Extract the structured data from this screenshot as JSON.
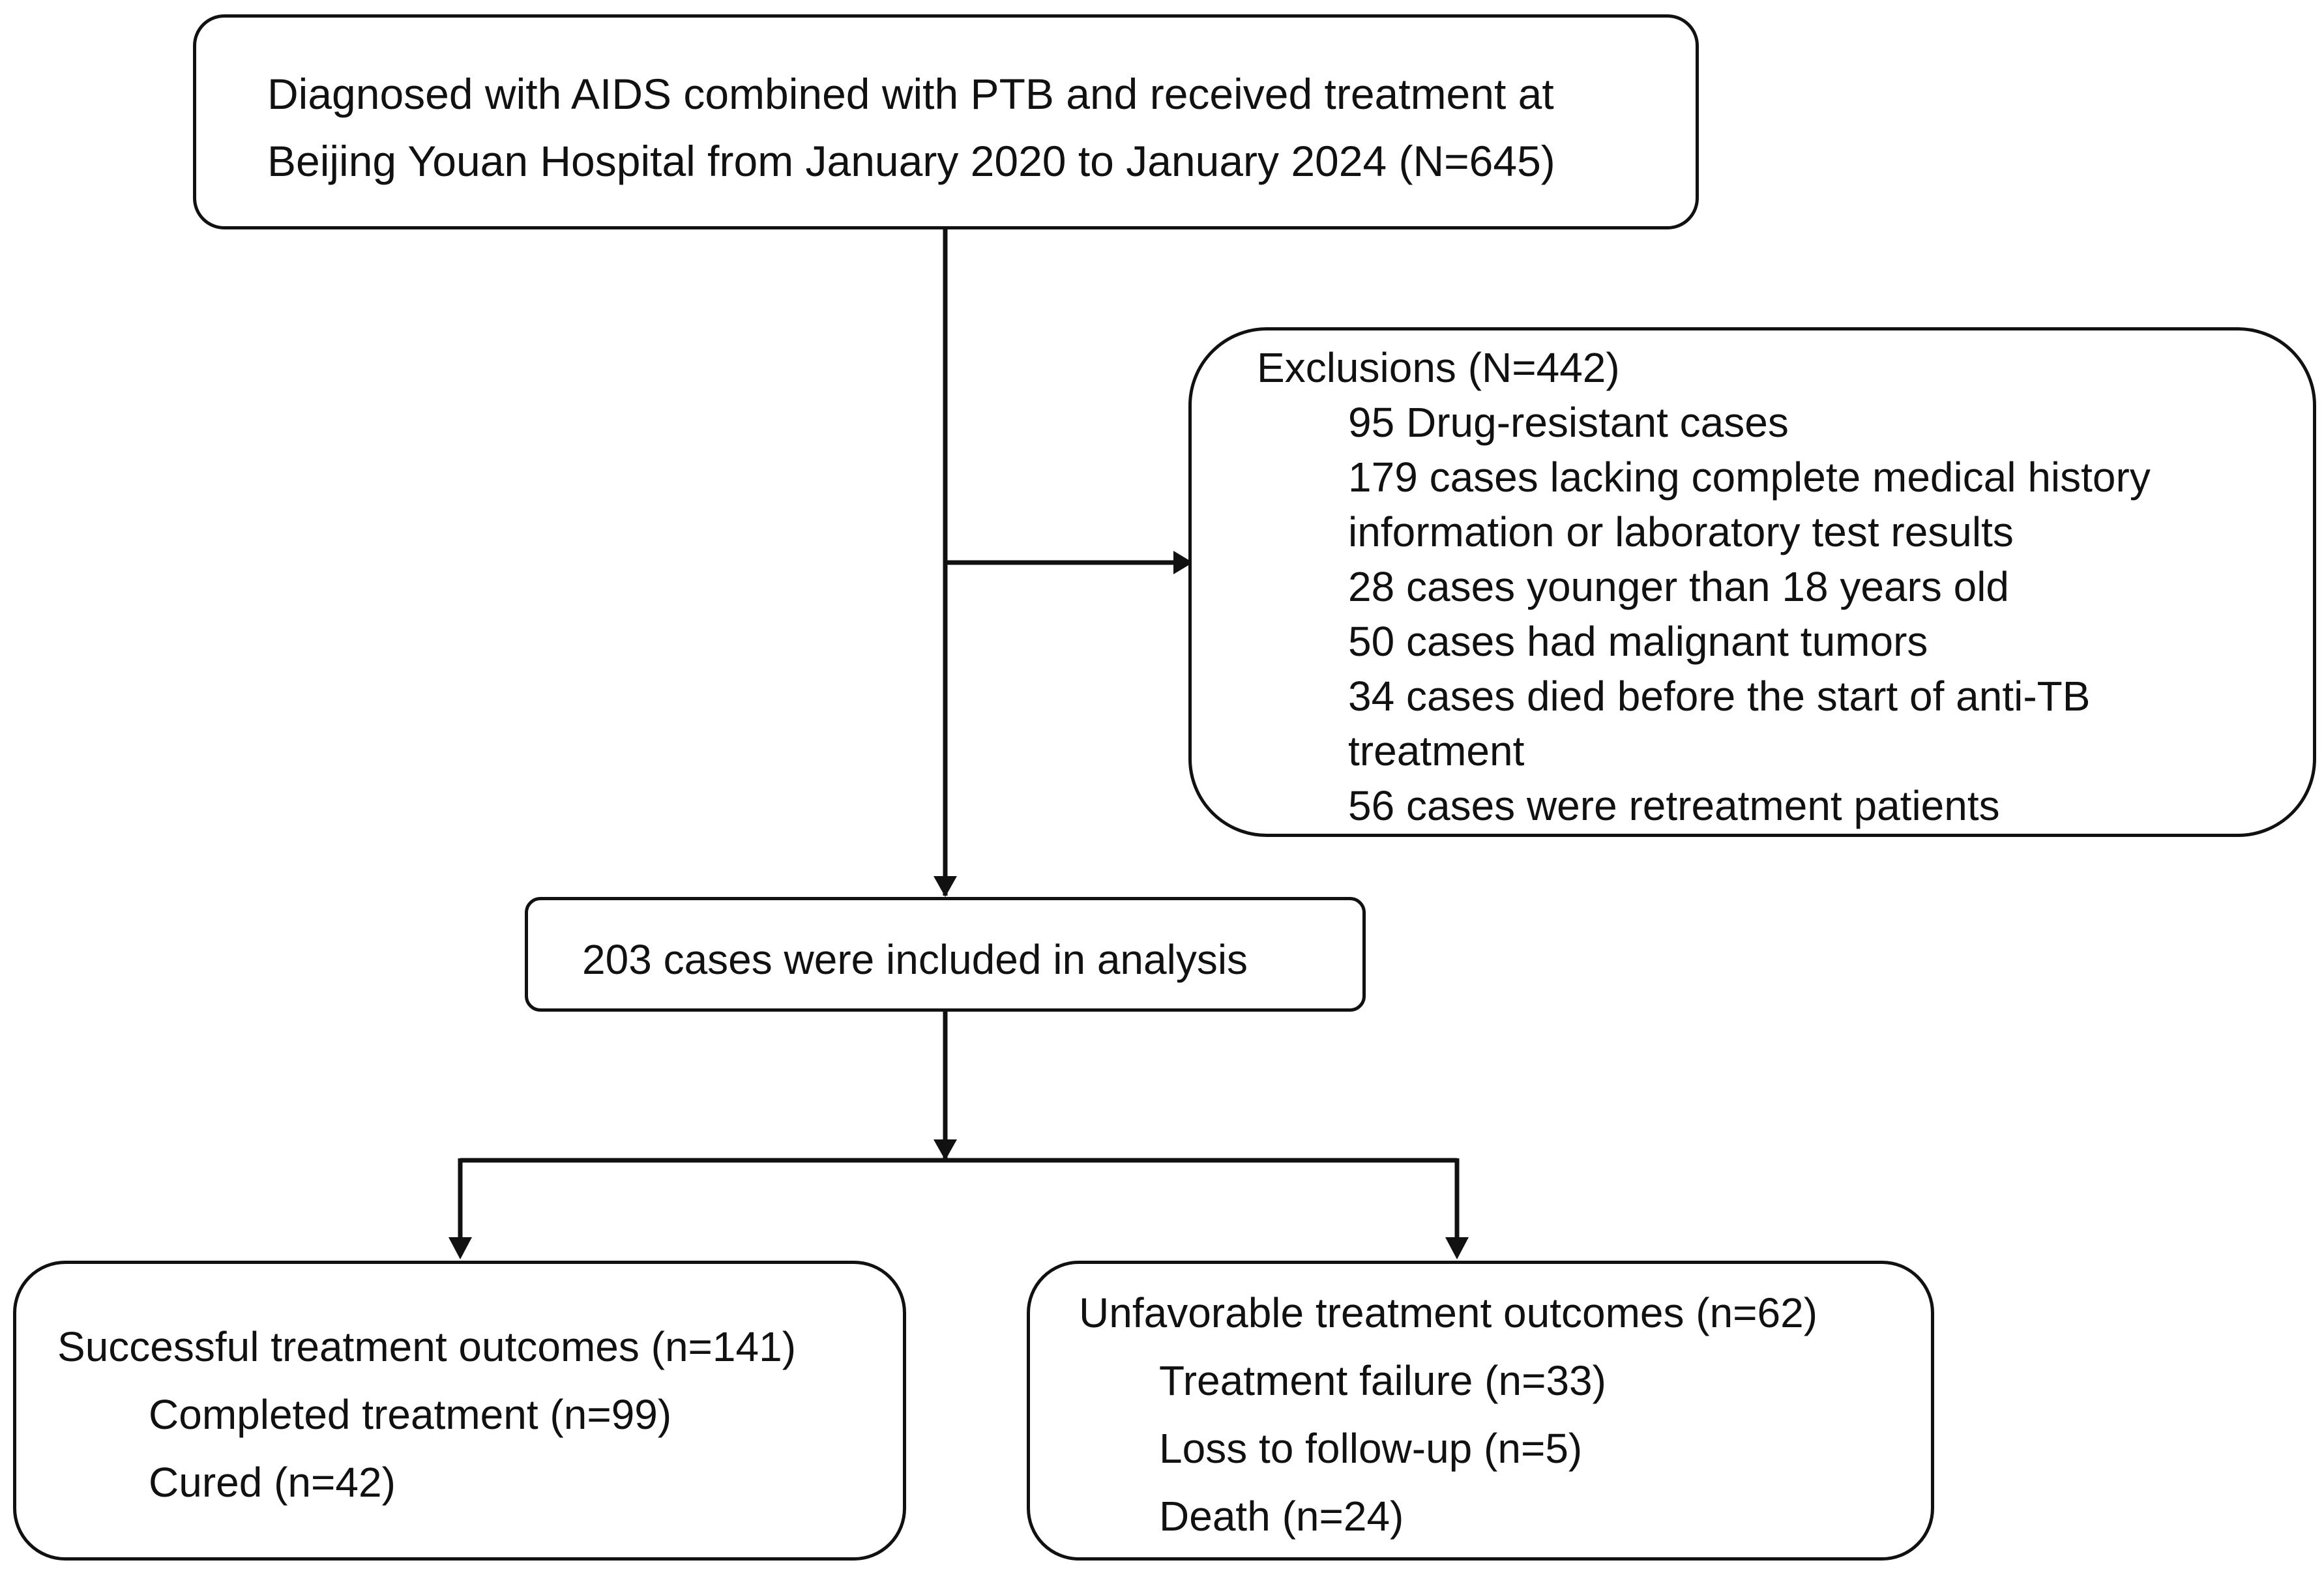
{
  "source_box": {
    "line1": "Diagnosed with AIDS combined with PTB and received treatment at",
    "line2": "Beijing Youan Hospital from January 2020 to January 2024 (N=645)"
  },
  "exclusions_box": {
    "title": "Exclusions (N=442)",
    "lines": [
      "95 Drug-resistant cases",
      "179 cases lacking complete medical history",
      "information or laboratory test results",
      "28 cases younger than 18 years old",
      "50 cases had malignant tumors",
      "34 cases died before the start of anti-TB",
      "treatment",
      "56 cases were retreatment patients"
    ]
  },
  "included_box": {
    "label": "203 cases were included in analysis"
  },
  "successful_box": {
    "title": "Successful treatment outcomes (n=141)",
    "items": [
      "Completed treatment (n=99)",
      "Cured (n=42)"
    ]
  },
  "unfavorable_box": {
    "title": "Unfavorable treatment outcomes (n=62)",
    "items": [
      "Treatment failure (n=33)",
      "Loss to follow-up (n=5)",
      "Death (n=24)"
    ]
  }
}
